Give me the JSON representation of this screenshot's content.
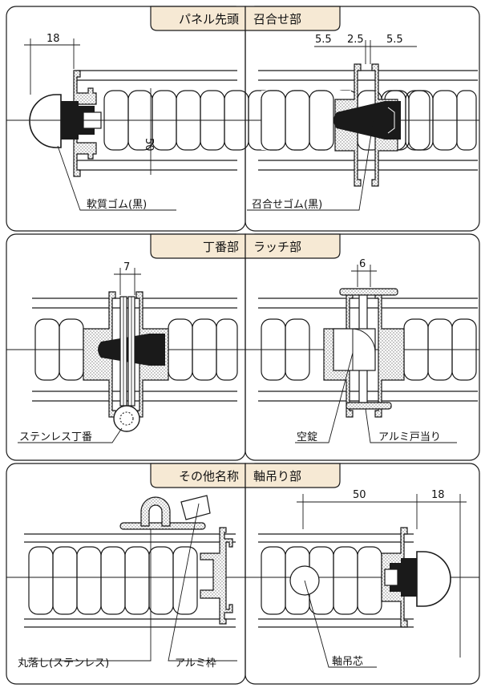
{
  "colors": {
    "line": "#1a1a1a",
    "tab_fill": "#f6e9d4",
    "gasket": "#1a1a1a",
    "stipple": "#bdbdbd"
  },
  "panels": [
    {
      "id": "panel-head",
      "title": "パネル先頭",
      "dims": [
        "18",
        "50"
      ],
      "labels": [
        "軟質ゴム(黒)"
      ]
    },
    {
      "id": "meeting",
      "title": "召合せ部",
      "dims": [
        "5.5",
        "2.5",
        "5.5"
      ],
      "labels": [
        "召合せゴム(黒)"
      ]
    },
    {
      "id": "hinge",
      "title": "丁番部",
      "dims": [
        "7"
      ],
      "labels": [
        "ステンレス丁番"
      ]
    },
    {
      "id": "latch",
      "title": "ラッチ部",
      "dims": [
        "6"
      ],
      "labels": [
        "空錠",
        "アルミ戸当り"
      ]
    },
    {
      "id": "other",
      "title": "その他名称",
      "dims": [],
      "labels": [
        "丸落し(ステンレス)",
        "アルミ枠"
      ]
    },
    {
      "id": "pivot",
      "title": "軸吊り部",
      "dims": [
        "50",
        "18"
      ],
      "labels": [
        "軸吊芯"
      ]
    }
  ]
}
